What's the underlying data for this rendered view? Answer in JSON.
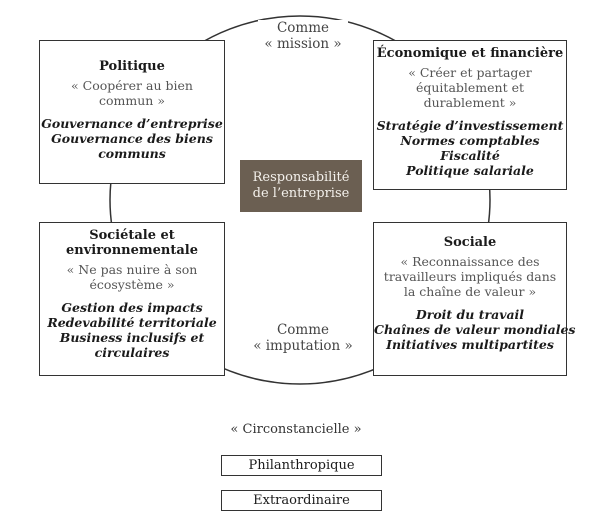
{
  "center": {
    "line1": "Responsabilité",
    "line2": "de l’entreprise"
  },
  "arc_top": {
    "line1": "Comme",
    "line2": "« mission »"
  },
  "arc_bottom": {
    "line1": "Comme",
    "line2": "« imputation »"
  },
  "boxes": {
    "politique": {
      "title": [
        "Politique"
      ],
      "quote": [
        "« Coopérer au bien",
        "commun »"
      ],
      "items": [
        "Gouvernance d’entreprise",
        "Gouvernance des biens",
        "communs"
      ]
    },
    "economique": {
      "title": [
        "Économique et financière"
      ],
      "quote": [
        "« Créer et partager",
        "équitablement et",
        "durablement »"
      ],
      "items": [
        "Stratégie d’investissement",
        "Normes comptables",
        "Fiscalité",
        "Politique salariale"
      ]
    },
    "societale": {
      "title": [
        "Sociétale et",
        "environnementale"
      ],
      "quote": [
        "« Ne pas nuire à son",
        "écosystème »"
      ],
      "items": [
        "Gestion des impacts",
        "Redevabilité territoriale",
        "Business inclusifs et",
        "circulaires"
      ]
    },
    "sociale": {
      "title": [
        "Sociale"
      ],
      "quote": [
        "« Reconnaissance des",
        "travailleurs impliqués dans",
        "la chaîne de valeur »"
      ],
      "items": [
        "Droit du travail",
        "Chaînes de valeur mondiales",
        "Initiatives multipartites"
      ]
    }
  },
  "circonstancielle": {
    "label": "« Circonstancielle »",
    "items": [
      "Philanthropique",
      "Extraordinaire"
    ]
  },
  "colors": {
    "center_fill": "#6b5f52",
    "center_text": "#f4f1ec",
    "line": "#333333"
  }
}
